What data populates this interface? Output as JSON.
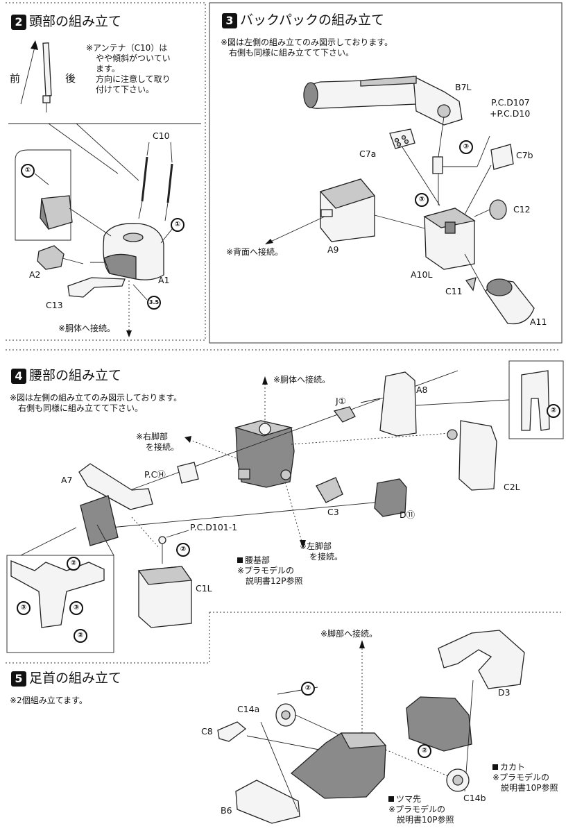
{
  "sections": {
    "head": {
      "number": "2",
      "title": "頭部の組み立て",
      "note_lines": [
        "※アンテナ（C10）は",
        "やや傾斜がついてい",
        "ます。",
        "方向に注意して取り",
        "付けて下さい。"
      ],
      "front_label": "前",
      "back_label": "後",
      "parts": {
        "c10": "C10",
        "a2": "A2",
        "a1": "A1",
        "c13": "C13"
      },
      "connect_note": "※胴体へ接続。"
    },
    "backpack": {
      "number": "3",
      "title": "バックパックの組み立て",
      "note_lines": [
        "※図は左側の組み立てのみ図示しております。",
        "右側も同様に組み立てて下さい。"
      ],
      "parts": {
        "b7l": "B7L",
        "pcd": "P.C.D107",
        "pcd2": "+P.C.D10",
        "c7a": "C7a",
        "c7b": "C7b",
        "c12": "C12",
        "a9": "A9",
        "a10l": "A10L",
        "c11": "C11",
        "a11": "A11"
      },
      "connect_note": "※背面へ接続。"
    },
    "waist": {
      "number": "4",
      "title": "腰部の組み立て",
      "note_lines": [
        "※図は左側の組み立てのみ図示しております。",
        "右側も同様に組み立てて下さい。"
      ],
      "torso_note": "※胴体へ接続。",
      "right_leg_note": [
        "※右脚部",
        "を接続。"
      ],
      "left_leg_note": [
        "※左脚部",
        "を接続。"
      ],
      "base_label": [
        "腰基部",
        "※プラモデルの",
        "説明書12P参照"
      ],
      "parts": {
        "j1": "J①",
        "a8": "A8",
        "c2l": "C2L",
        "a7": "A7",
        "pch": "P.CⒽ",
        "c3": "C3",
        "d11": "D⑪",
        "pcd101": "P.C.D101-1",
        "c1l": "C1L"
      }
    },
    "ankle": {
      "number": "5",
      "title": "足首の組み立て",
      "note": "※2個組み立てます。",
      "leg_note": "※脚部へ接続。",
      "parts": {
        "c14a": "C14a",
        "c8": "C8",
        "d3": "D3",
        "b6": "B6",
        "c14b": "C14b"
      },
      "kakato": [
        "カカト",
        "※プラモデルの",
        "説明書10P参照"
      ],
      "tsumasaki": [
        "ツマ先",
        "※プラモデルの",
        "説明書10P参照"
      ]
    }
  },
  "step_marks": {
    "one": "①",
    "two": "②",
    "three": "③",
    "three_five": "3.5"
  }
}
